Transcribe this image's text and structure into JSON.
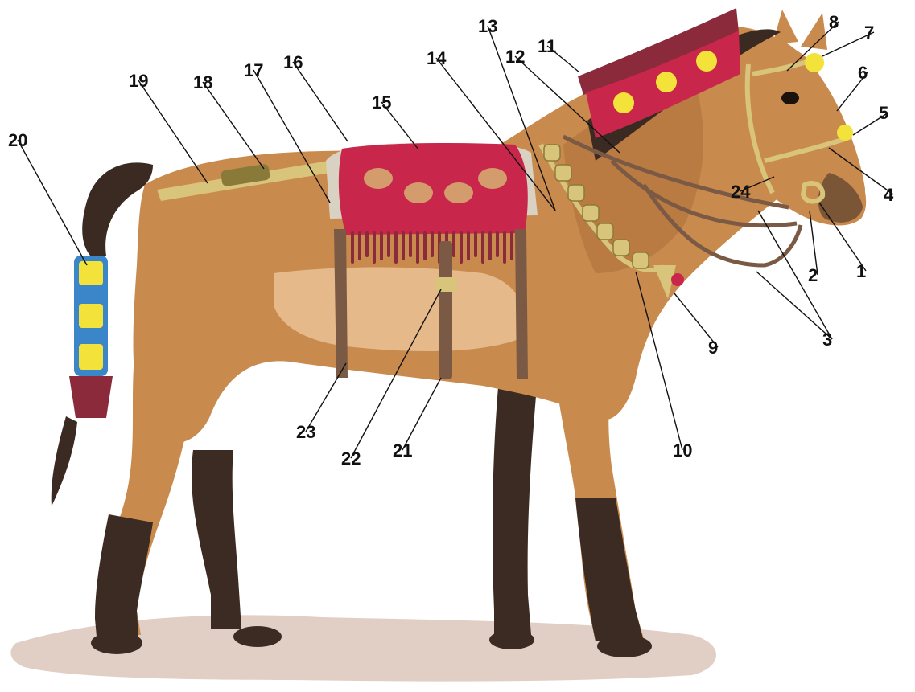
{
  "figure": {
    "subject": "horse-with-ornamental-harness",
    "colors": {
      "coat": "#c98a4e",
      "coat_light": "#e6b98a",
      "coat_shadow": "#9a5f2f",
      "legs_dark": "#3b2b22",
      "mane_tail": "#3a2a22",
      "saddle_red": "#c8264a",
      "saddle_red_dark": "#8e1734",
      "fringe": "#8a2a3a",
      "bronze": "#d8c47a",
      "bronze_dark": "#8a7a3a",
      "strap": "#7a5a44",
      "tail_sheath_yellow": "#f2e23a",
      "tail_sheath_blue": "#3a86c8",
      "ground": "#c9a895",
      "ink": "#111111"
    }
  },
  "callouts": [
    {
      "id": "1",
      "label": "1"
    },
    {
      "id": "2",
      "label": "2"
    },
    {
      "id": "3",
      "label": "3"
    },
    {
      "id": "4",
      "label": "4"
    },
    {
      "id": "5",
      "label": "5"
    },
    {
      "id": "6",
      "label": "6"
    },
    {
      "id": "7",
      "label": "7"
    },
    {
      "id": "8",
      "label": "8"
    },
    {
      "id": "9",
      "label": "9"
    },
    {
      "id": "10",
      "label": "10"
    },
    {
      "id": "11",
      "label": "11"
    },
    {
      "id": "12",
      "label": "12"
    },
    {
      "id": "13",
      "label": "13"
    },
    {
      "id": "14",
      "label": "14"
    },
    {
      "id": "15",
      "label": "15"
    },
    {
      "id": "16",
      "label": "16"
    },
    {
      "id": "17",
      "label": "17"
    },
    {
      "id": "18",
      "label": "18"
    },
    {
      "id": "19",
      "label": "19"
    },
    {
      "id": "20",
      "label": "20"
    },
    {
      "id": "21",
      "label": "21"
    },
    {
      "id": "22",
      "label": "22"
    },
    {
      "id": "23",
      "label": "23"
    },
    {
      "id": "24",
      "label": "24"
    }
  ]
}
